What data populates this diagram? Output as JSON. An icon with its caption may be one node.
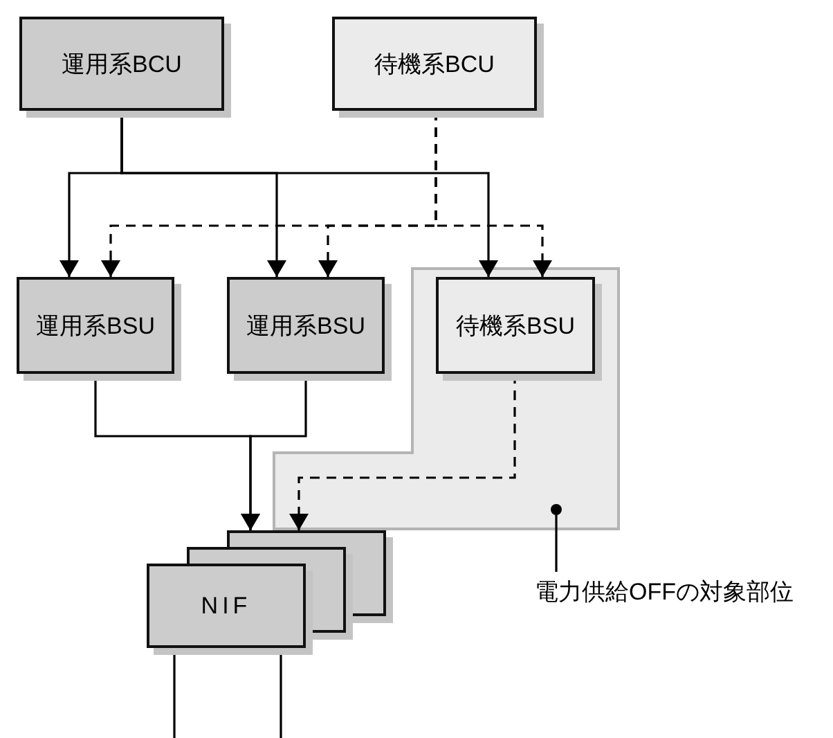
{
  "diagram": {
    "nodes": [
      {
        "text": [
          "運用系BCU"
        ]
      },
      {
        "text": [
          "待機系BCU"
        ]
      },
      {
        "text": [],
        "shape": "box"
      },
      {
        "text": [
          "運用系BSU"
        ]
      },
      {
        "text": [
          "運用系BSU"
        ]
      },
      {
        "text": [
          "待機系BSU"
        ],
        "in": 2
      },
      {
        "text": [
          "NIF"
        ]
      },
      {
        "text": [
          "電力供給OFFの対象部位"
        ]
      }
    ],
    "edges": [
      {
        "from": 0,
        "to": 3,
        "arrow": "to"
      },
      {
        "from": 0,
        "to": 4,
        "arrow": "to"
      },
      {
        "from": 0,
        "to": 5,
        "arrow": "to"
      },
      {
        "from": 1,
        "to": 3,
        "arrow": "to",
        "style": "dashed"
      },
      {
        "from": 1,
        "to": 4,
        "arrow": "to",
        "style": "dashed"
      },
      {
        "from": 1,
        "to": 5,
        "arrow": "to",
        "style": "dashed"
      },
      {
        "from": 3,
        "to": 6,
        "arrow": "to"
      },
      {
        "from": 4,
        "to": 6,
        "arrow": "to"
      },
      {
        "from": 5,
        "to": 6,
        "arrow": "to",
        "style": "dashed"
      },
      {
        "from": 6,
        "to": null,
        "arrow": "none"
      },
      {
        "from": 6,
        "to": null,
        "arrow": "none"
      },
      {
        "from": 7,
        "to": 2,
        "arrow": "other"
      }
    ]
  }
}
